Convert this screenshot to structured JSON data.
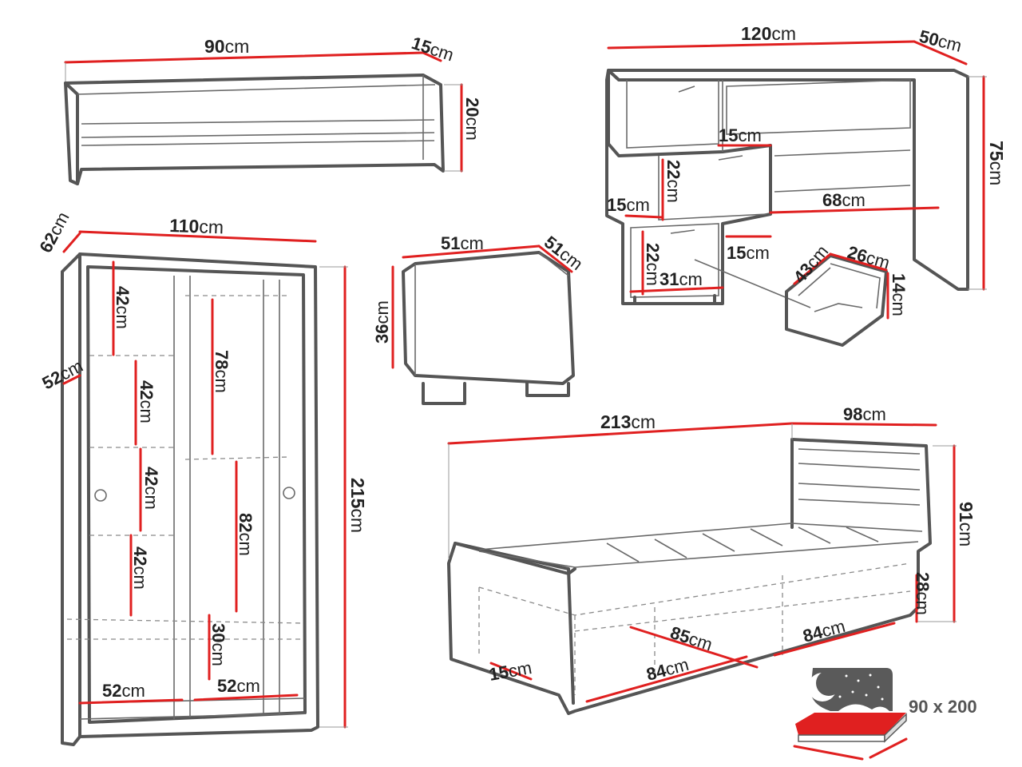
{
  "labels": {
    "shelf_w": {
      "n": "90",
      "u": "cm"
    },
    "shelf_d": {
      "n": "15",
      "u": "cm"
    },
    "shelf_h": {
      "n": "20",
      "u": "cm"
    },
    "desk_w": {
      "n": "120",
      "u": "cm"
    },
    "desk_d": {
      "n": "50",
      "u": "cm"
    },
    "desk_h": {
      "n": "75",
      "u": "cm"
    },
    "desk_shelf_depth": {
      "n": "15",
      "u": "cm"
    },
    "desk_drawer_h": {
      "n": "22",
      "u": "cm"
    },
    "desk_side_15": {
      "n": "15",
      "u": "cm"
    },
    "desk_inner_68": {
      "n": "68",
      "u": "cm"
    },
    "desk_low_15": {
      "n": "15",
      "u": "cm"
    },
    "desk_drawer2_h": {
      "n": "22",
      "u": "cm"
    },
    "desk_drawer_w": {
      "n": "31",
      "u": "cm"
    },
    "drawer_d": {
      "n": "43",
      "u": "cm"
    },
    "drawer_w": {
      "n": "26",
      "u": "cm"
    },
    "drawer_h": {
      "n": "14",
      "u": "cm"
    },
    "ward_d": {
      "n": "62",
      "u": "cm"
    },
    "ward_w": {
      "n": "110",
      "u": "cm"
    },
    "ward_inner_d": {
      "n": "52",
      "u": "cm"
    },
    "ward_h": {
      "n": "215",
      "u": "cm"
    },
    "ward_s1": {
      "n": "42",
      "u": "cm"
    },
    "ward_s2": {
      "n": "42",
      "u": "cm"
    },
    "ward_s3": {
      "n": "42",
      "u": "cm"
    },
    "ward_s4": {
      "n": "42",
      "u": "cm"
    },
    "ward_r1": {
      "n": "78",
      "u": "cm"
    },
    "ward_r2": {
      "n": "82",
      "u": "cm"
    },
    "ward_r3": {
      "n": "30",
      "u": "cm"
    },
    "ward_bl": {
      "n": "52",
      "u": "cm"
    },
    "ward_br": {
      "n": "52",
      "u": "cm"
    },
    "pouf_w": {
      "n": "51",
      "u": "cm"
    },
    "pouf_d": {
      "n": "51",
      "u": "cm"
    },
    "pouf_h": {
      "n": "36",
      "u": "cm"
    },
    "bed_l": {
      "n": "213",
      "u": "cm"
    },
    "bed_w": {
      "n": "98",
      "u": "cm"
    },
    "bed_h": {
      "n": "91",
      "u": "cm"
    },
    "bed_base_h": {
      "n": "28",
      "u": "cm"
    },
    "bed_d1": {
      "n": "85",
      "u": "cm"
    },
    "bed_d2": {
      "n": "84",
      "u": "cm"
    },
    "bed_d3": {
      "n": "84",
      "u": "cm"
    },
    "bed_d4": {
      "n": "15",
      "u": "cm"
    }
  },
  "bed_size": "90 x 200",
  "colors": {
    "dimension_line": "#e02020",
    "outline": "#555555",
    "mattress": "#e02020"
  },
  "icons": [
    "night-sky-icon",
    "mattress-icon"
  ]
}
